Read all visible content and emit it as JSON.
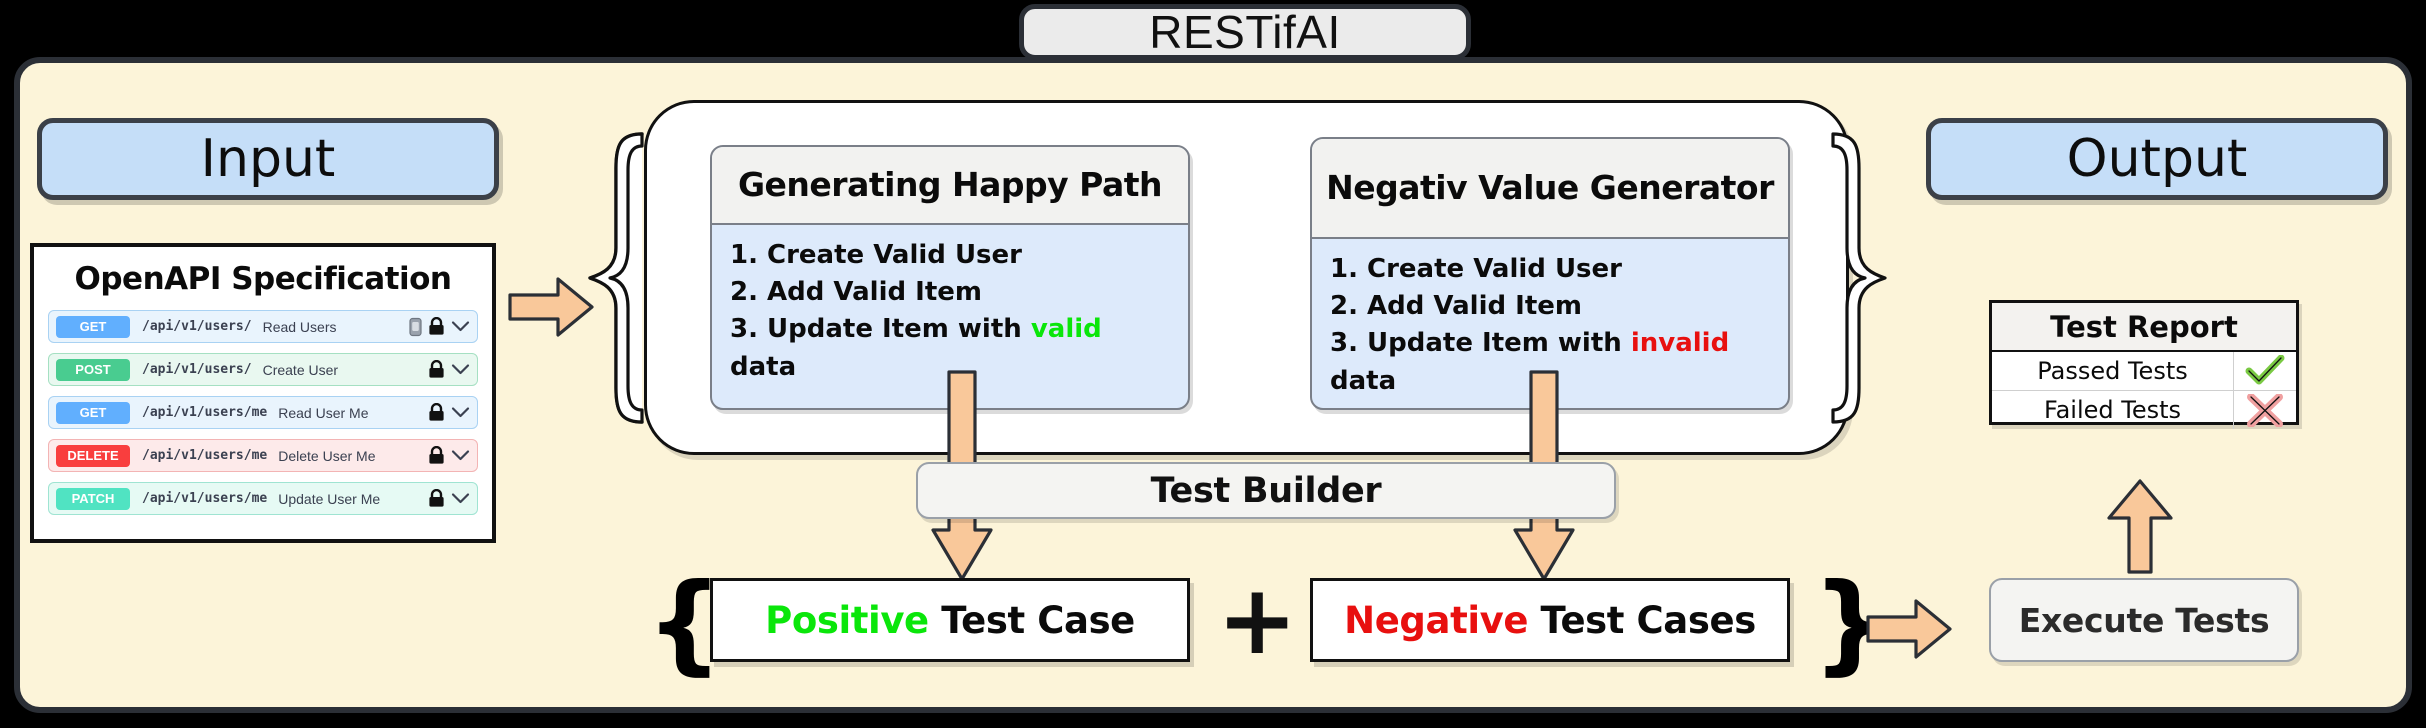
{
  "app": {
    "title": "RESTifAI"
  },
  "sections": {
    "input_label": "Input",
    "output_label": "Output"
  },
  "openapi": {
    "card_title": "OpenAPI Specification",
    "endpoints": [
      {
        "method": "GET",
        "path": "/api/v1/users/",
        "summary": "Read Users",
        "color": "#61affe",
        "has_clipboard": true,
        "lock": "lock-icon",
        "chevron": "chevron-down-icon"
      },
      {
        "method": "POST",
        "path": "/api/v1/users/",
        "summary": "Create User",
        "color": "#49cc90",
        "has_clipboard": false,
        "lock": "lock-icon",
        "chevron": "chevron-down-icon"
      },
      {
        "method": "GET",
        "path": "/api/v1/users/me",
        "summary": "Read User Me",
        "color": "#61affe",
        "has_clipboard": false,
        "lock": "lock-icon",
        "chevron": "chevron-down-icon"
      },
      {
        "method": "DELETE",
        "path": "/api/v1/users/me",
        "summary": "Delete User Me",
        "color": "#f93e3e",
        "has_clipboard": false,
        "lock": "lock-icon",
        "chevron": "chevron-down-icon"
      },
      {
        "method": "PATCH",
        "path": "/api/v1/users/me",
        "summary": "Update User Me",
        "color": "#50e3c2",
        "has_clipboard": false,
        "lock": "lock-icon",
        "chevron": "chevron-down-icon"
      }
    ]
  },
  "generators": {
    "happy": {
      "title": "Generating Happy Path",
      "steps": [
        {
          "num": "1.",
          "text": "Create Valid User"
        },
        {
          "num": "2.",
          "text": "Add Valid Item"
        },
        {
          "num": "3.",
          "prefix": "Update Item with ",
          "highlight": "valid",
          "suffix": " data"
        }
      ]
    },
    "negative": {
      "title": "Negativ Value Generator",
      "steps": [
        {
          "num": "1.",
          "text": "Create Valid User"
        },
        {
          "num": "2.",
          "text": "Add Valid Item"
        },
        {
          "num": "3.",
          "prefix": "Update Item with ",
          "highlight": "invalid",
          "suffix": " data"
        }
      ]
    }
  },
  "builder": {
    "label": "Test Builder"
  },
  "test_cases": {
    "left_brace": "{",
    "right_brace": "}",
    "plus": "+",
    "positive": {
      "highlight": "Positive",
      "rest": " Test Case"
    },
    "negative": {
      "highlight": "Negative",
      "rest": " Test Cases"
    }
  },
  "report": {
    "title": "Test Report",
    "rows": [
      {
        "label": "Passed Tests",
        "icon": "check-icon"
      },
      {
        "label": "Failed Tests",
        "icon": "cross-icon"
      }
    ]
  },
  "execute": {
    "label": "Execute Tests"
  },
  "colors": {
    "panel_bg": "#fcf4d9",
    "chip_blue": "#c5def8",
    "arrow_orange": "#f9c89a",
    "valid_green": "#0ae60a",
    "invalid_red": "#e8100f",
    "check_green": "#7ac943",
    "cross_red": "#f0a0a0"
  }
}
